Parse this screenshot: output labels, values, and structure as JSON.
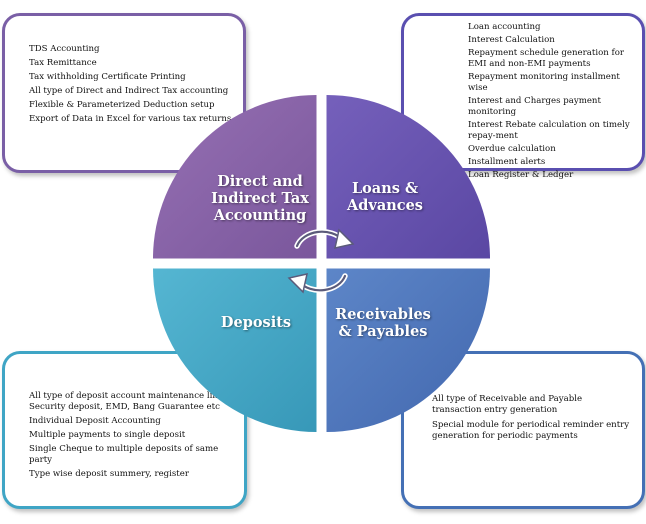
{
  "quadrants": {
    "tax": {
      "title_lines": [
        "Direct and",
        "Indirect Tax",
        "Accounting"
      ],
      "color": "#8a66a8"
    },
    "loans": {
      "title_lines": [
        "Loans &",
        "Advances"
      ],
      "color": "#6a55b0"
    },
    "deposits": {
      "title_lines": [
        "Deposits"
      ],
      "color": "#46a9c6"
    },
    "receivables": {
      "title_lines": [
        "Receivables",
        "& Payables"
      ],
      "color": "#4f77bd"
    }
  },
  "boxes": {
    "tax": {
      "items": [
        "TDS Accounting",
        "Tax Remittance",
        "Tax withholding Certificate Printing",
        "All type of Direct and Indirect Tax accounting",
        "Flexible & Parameterized Deduction setup",
        "Export of Data in Excel for various tax returns"
      ]
    },
    "loans": {
      "items": [
        "Loan accounting",
        "Interest Calculation",
        "Repayment schedule generation for EMI and non-EMI payments",
        "Repayment monitoring installment wise",
        "Interest and Charges payment monitoring",
        "Interest Rebate calculation on timely repay-ment",
        "Overdue calculation",
        "Installment alerts",
        "Loan Register & Ledger"
      ]
    },
    "deposits": {
      "items": [
        "All type of deposit account maintenance like Security deposit, EMD, Bang Guarantee etc",
        "Individual Deposit Accounting",
        "Multiple payments to single deposit",
        "Single Cheque to multiple deposits of same party",
        "Type wise deposit summery, register"
      ]
    },
    "receivables": {
      "items": [
        "All type of Receivable and Payable transaction entry generation",
        "Special module for periodical reminder entry generation for periodic payments"
      ]
    }
  }
}
